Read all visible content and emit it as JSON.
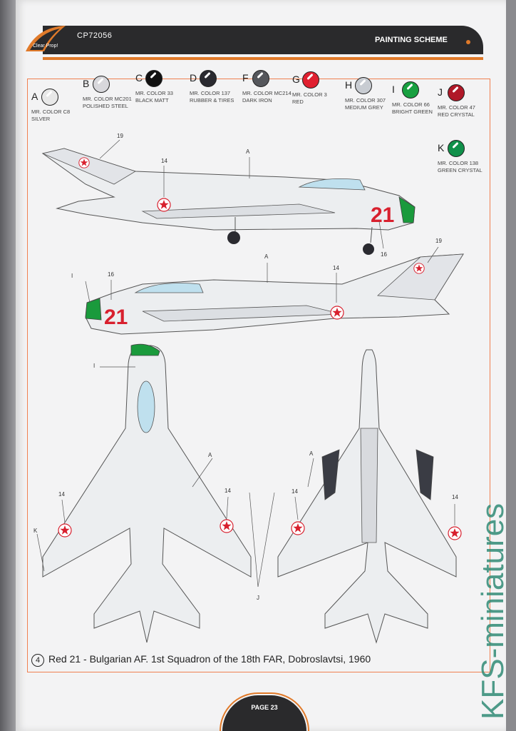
{
  "header": {
    "code": "CP72056",
    "section": "PAINTING SCHEME",
    "logo_text": "Clear Prop!"
  },
  "colors": [
    {
      "letter": "A",
      "name": "MR. COLOR C8",
      "desc": "SILVER",
      "hex": "#e8e8e8"
    },
    {
      "letter": "B",
      "name": "MR. COLOR MC201",
      "desc": "POLISHED STEEL",
      "hex": "#d8d8dc"
    },
    {
      "letter": "C",
      "name": "MR. COLOR 33",
      "desc": "BLACK MATT",
      "hex": "#111111"
    },
    {
      "letter": "D",
      "name": "MR. COLOR 137",
      "desc": "RUBBER & TIRES",
      "hex": "#2a2a30"
    },
    {
      "letter": "F",
      "name": "MR. COLOR MC214",
      "desc": "DARK IRON",
      "hex": "#55575c"
    },
    {
      "letter": "G",
      "name": "MR. COLOR 3",
      "desc": "RED",
      "hex": "#e02030"
    },
    {
      "letter": "H",
      "name": "MR. COLOR 307",
      "desc": "MEDIUM GREY",
      "hex": "#c8ccd2"
    },
    {
      "letter": "I",
      "name": "MR. COLOR 66",
      "desc": "BRIGHT GREEN",
      "hex": "#18a040"
    },
    {
      "letter": "J",
      "name": "MR. COLOR 47",
      "desc": "RED CRYSTAL",
      "hex": "#b01828"
    },
    {
      "letter": "K",
      "name": "MR. COLOR 138",
      "desc": "GREEN CRYSTAL",
      "hex": "#10904a"
    }
  ],
  "callouts": {
    "c19": "19",
    "c14": "14",
    "c16": "16",
    "cA": "A",
    "cI": "I",
    "cJ": "J",
    "cK": "K"
  },
  "aircraft": {
    "number": "21",
    "star_color": "#d8202e",
    "nose_color": "#1a9a3c",
    "body_color": "#e9eaec"
  },
  "caption": {
    "index": "4",
    "text": "Red 21 - Bulgarian AF. 1st Squadron of the 18th FAR, Dobroslavtsi, 1960"
  },
  "footer": {
    "page": "PAGE 23"
  },
  "watermark": "KFS-miniatures"
}
